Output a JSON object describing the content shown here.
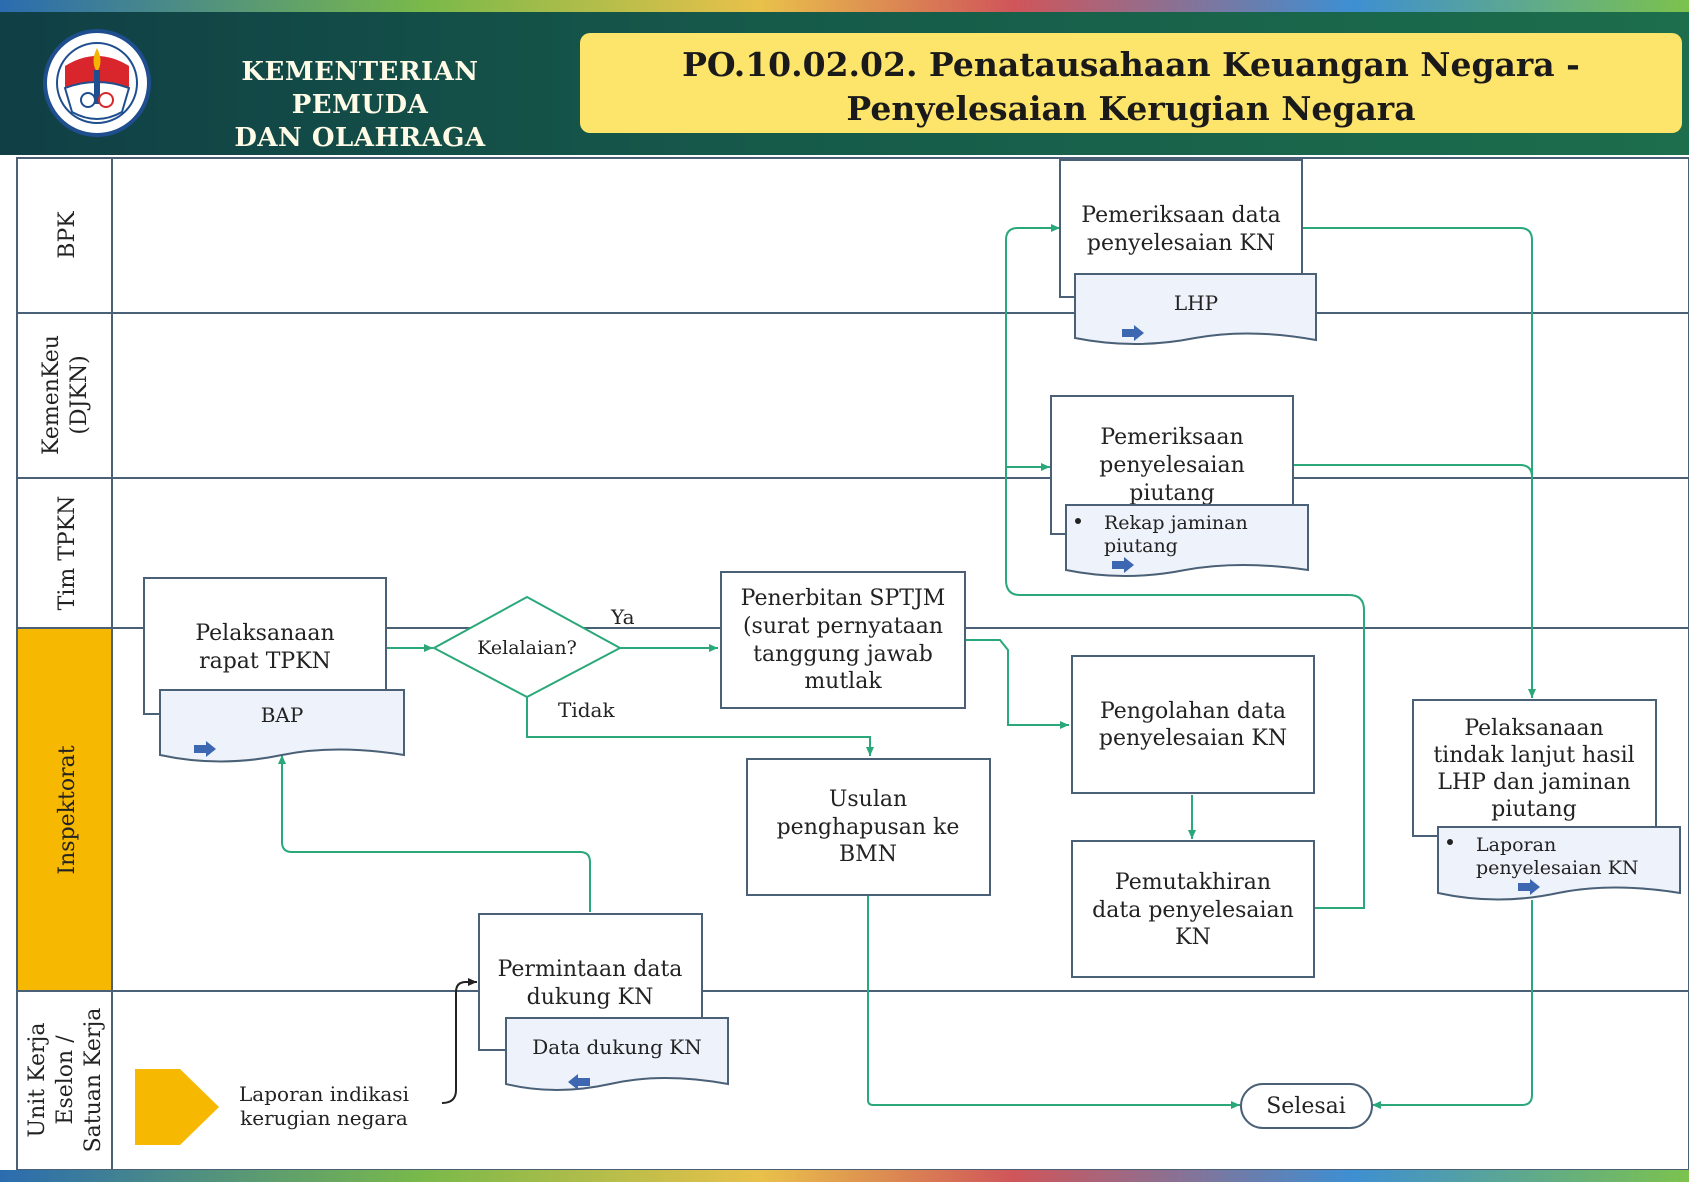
{
  "header": {
    "ministry_line1": "KEMENTERIAN PEMUDA",
    "ministry_line2": "DAN OLAHRAGA",
    "title_line1": "PO.10.02.02.  Penatausahaan  Keuangan  Negara -",
    "title_line2": "Penyelesaian  Kerugian  Negara"
  },
  "lanes": {
    "bpk": "BPK",
    "kemenkeu_line1": "KemenKeu",
    "kemenkeu_line2": "(DJKN)",
    "tim_tpkn": "Tim TPKN",
    "inspektorat": "Inspektorat",
    "unit_line1": "Unit Kerja",
    "unit_line2": "Eselon /",
    "unit_line3": "Satuan Kerja"
  },
  "nodes": {
    "pemeriksaan_data": [
      "Pemeriksaan data",
      "penyelesaian KN"
    ],
    "lhp": "LHP",
    "pemeriksaan_piutang": [
      "Pemeriksaan",
      "penyelesaian",
      "piutang"
    ],
    "rekap_jaminan": [
      "Rekap jaminan",
      "piutang"
    ],
    "pelaksanaan_rapat": [
      "Pelaksanaan",
      "rapat TPKN"
    ],
    "bap": "BAP",
    "kelalaian": "Kelalaian?",
    "label_ya": "Ya",
    "label_tidak": "Tidak",
    "penerbitan_sptjm": [
      "Penerbitan SPTJM",
      "(surat pernyataan",
      "tanggung jawab",
      "mutlak"
    ],
    "pengolahan_data": [
      "Pengolahan data",
      "penyelesaian KN"
    ],
    "usulan_penghapusan": [
      "Usulan",
      "penghapusan ke",
      "BMN"
    ],
    "pemutakhiran_data": [
      "Pemutakhiran",
      "data penyelesaian",
      "KN"
    ],
    "pelaksanaan_tindak_lanjut": [
      "Pelaksanaan",
      "tindak lanjut hasil",
      "LHP dan jaminan",
      "piutang"
    ],
    "laporan_penyelesaian": [
      "Laporan",
      "penyelesaian KN"
    ],
    "permintaan_data": [
      "Permintaan data",
      "dukung KN"
    ],
    "data_dukung": "Data dukung KN",
    "laporan_indikasi": [
      "Laporan indikasi",
      "kerugian negara"
    ],
    "selesai": "Selesai"
  },
  "colors": {
    "header_bg": "#165a4a",
    "title_bg": "#fde46b",
    "inspektorat_lane": "#f6b800",
    "arrow_green": "#2aa87a",
    "lane_line": "#4a6076",
    "doc_fill": "#eef2fa",
    "blue_arrow_icon": "#3d67b1"
  }
}
